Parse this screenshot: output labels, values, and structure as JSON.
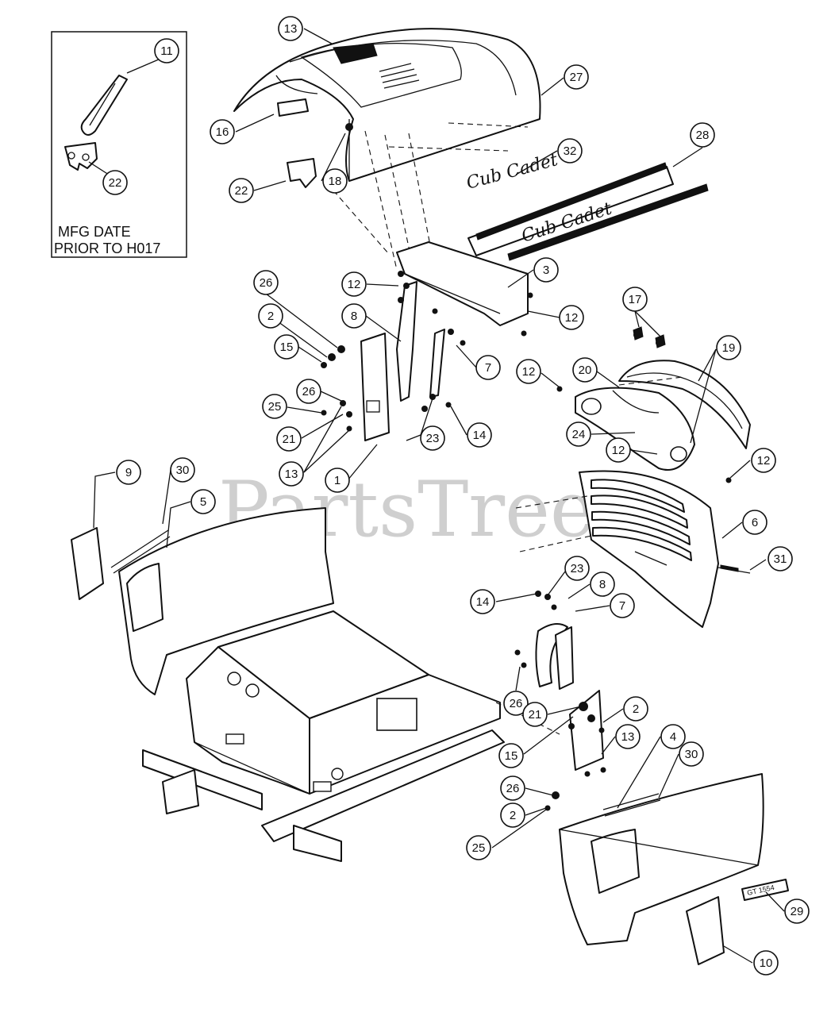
{
  "inset": {
    "label_line1": "MFG DATE",
    "label_line2": "PRIOR TO H017"
  },
  "watermark": "PartsTree",
  "decals": {
    "brand_small": "Cub Cadet",
    "brand_large": "Cub Cadet",
    "model_plate": "GT 1554"
  },
  "callouts": [
    {
      "id": "c11",
      "label": "11"
    },
    {
      "id": "c22a",
      "label": "22"
    },
    {
      "id": "c13a",
      "label": "13"
    },
    {
      "id": "c27",
      "label": "27"
    },
    {
      "id": "c16",
      "label": "16"
    },
    {
      "id": "c32",
      "label": "32"
    },
    {
      "id": "c28",
      "label": "28"
    },
    {
      "id": "c22b",
      "label": "22"
    },
    {
      "id": "c18",
      "label": "18"
    },
    {
      "id": "c3",
      "label": "3"
    },
    {
      "id": "c26a",
      "label": "26"
    },
    {
      "id": "c12a",
      "label": "12"
    },
    {
      "id": "c12b",
      "label": "12"
    },
    {
      "id": "c2a",
      "label": "2"
    },
    {
      "id": "c8a",
      "label": "8"
    },
    {
      "id": "c17",
      "label": "17"
    },
    {
      "id": "c15a",
      "label": "15"
    },
    {
      "id": "c7a",
      "label": "7"
    },
    {
      "id": "c12c",
      "label": "12"
    },
    {
      "id": "c20",
      "label": "20"
    },
    {
      "id": "c19",
      "label": "19"
    },
    {
      "id": "c26b",
      "label": "26"
    },
    {
      "id": "c25a",
      "label": "25"
    },
    {
      "id": "c14a",
      "label": "14"
    },
    {
      "id": "c24",
      "label": "24"
    },
    {
      "id": "c21a",
      "label": "21"
    },
    {
      "id": "c23a",
      "label": "23"
    },
    {
      "id": "c12d",
      "label": "12"
    },
    {
      "id": "c12e",
      "label": "12"
    },
    {
      "id": "c13b",
      "label": "13"
    },
    {
      "id": "c1",
      "label": "1"
    },
    {
      "id": "c9",
      "label": "9"
    },
    {
      "id": "c30a",
      "label": "30"
    },
    {
      "id": "c5",
      "label": "5"
    },
    {
      "id": "c6",
      "label": "6"
    },
    {
      "id": "c31",
      "label": "31"
    },
    {
      "id": "c23b",
      "label": "23"
    },
    {
      "id": "c14b",
      "label": "14"
    },
    {
      "id": "c8b",
      "label": "8"
    },
    {
      "id": "c7b",
      "label": "7"
    },
    {
      "id": "c26c",
      "label": "26"
    },
    {
      "id": "c21b",
      "label": "21"
    },
    {
      "id": "c2b",
      "label": "2"
    },
    {
      "id": "c15b",
      "label": "15"
    },
    {
      "id": "c13c",
      "label": "13"
    },
    {
      "id": "c4",
      "label": "4"
    },
    {
      "id": "c30b",
      "label": "30"
    },
    {
      "id": "c26d",
      "label": "26"
    },
    {
      "id": "c2c",
      "label": "2"
    },
    {
      "id": "c25b",
      "label": "25"
    },
    {
      "id": "c29",
      "label": "29"
    },
    {
      "id": "c10",
      "label": "10"
    }
  ]
}
